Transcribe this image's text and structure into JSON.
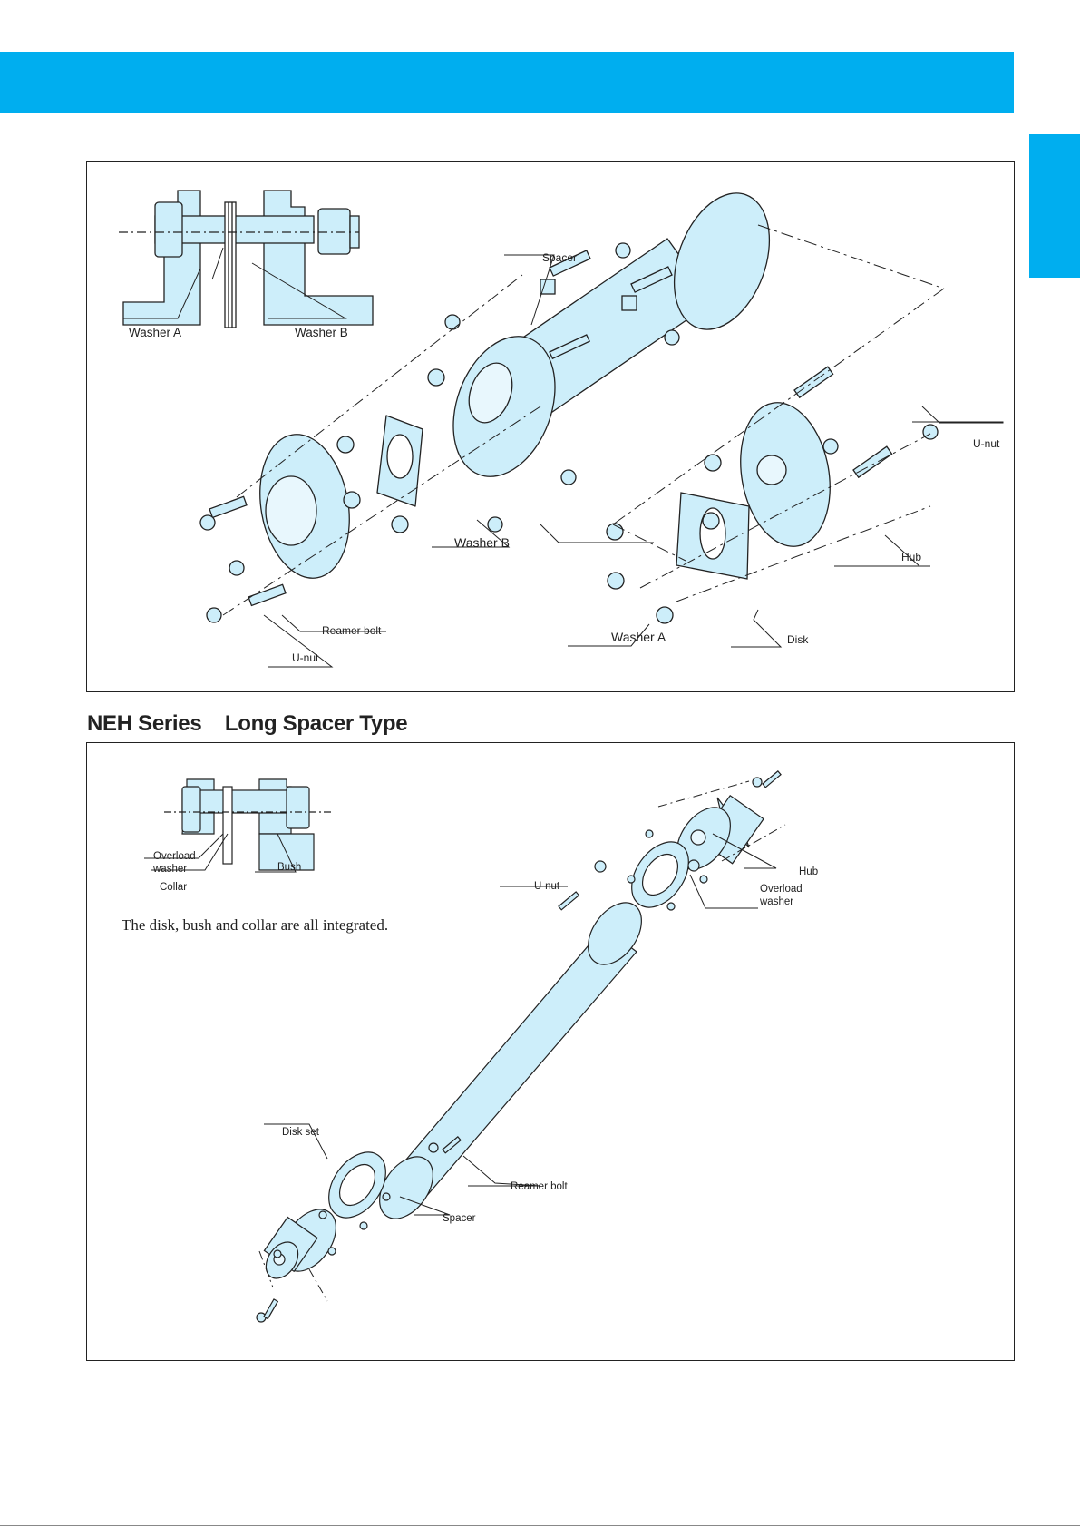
{
  "page": {
    "section_title": "NEH Series    Long Spacer Type",
    "note": "The disk, bush and collar are all integrated."
  },
  "colors": {
    "brand_blue": "#00aeef",
    "part_fill": "#cdeefa",
    "line": "#222222"
  },
  "diagram_top": {
    "labels": {
      "washer_a_inset": "Washer A",
      "washer_b_inset": "Washer B",
      "spacer": "Spacer",
      "u_nut_right": "U-nut",
      "washer_b": "Washer B",
      "hub": "Hub",
      "reamer_bolt": "Reamer bolt",
      "washer_a": "Washer A",
      "disk": "Disk",
      "u_nut_left": "U-nut"
    }
  },
  "diagram_bottom": {
    "labels": {
      "overload_washer_inset_1": "Overload",
      "overload_washer_inset_2": "washer",
      "bush": "Bush",
      "collar": "Collar",
      "u_nut": "U-nut",
      "hub": "Hub",
      "overload_washer_1": "Overload",
      "overload_washer_2": "washer",
      "disk_set": "Disk set",
      "reamer_bolt": "Reamer bolt",
      "spacer": "Spacer"
    }
  }
}
